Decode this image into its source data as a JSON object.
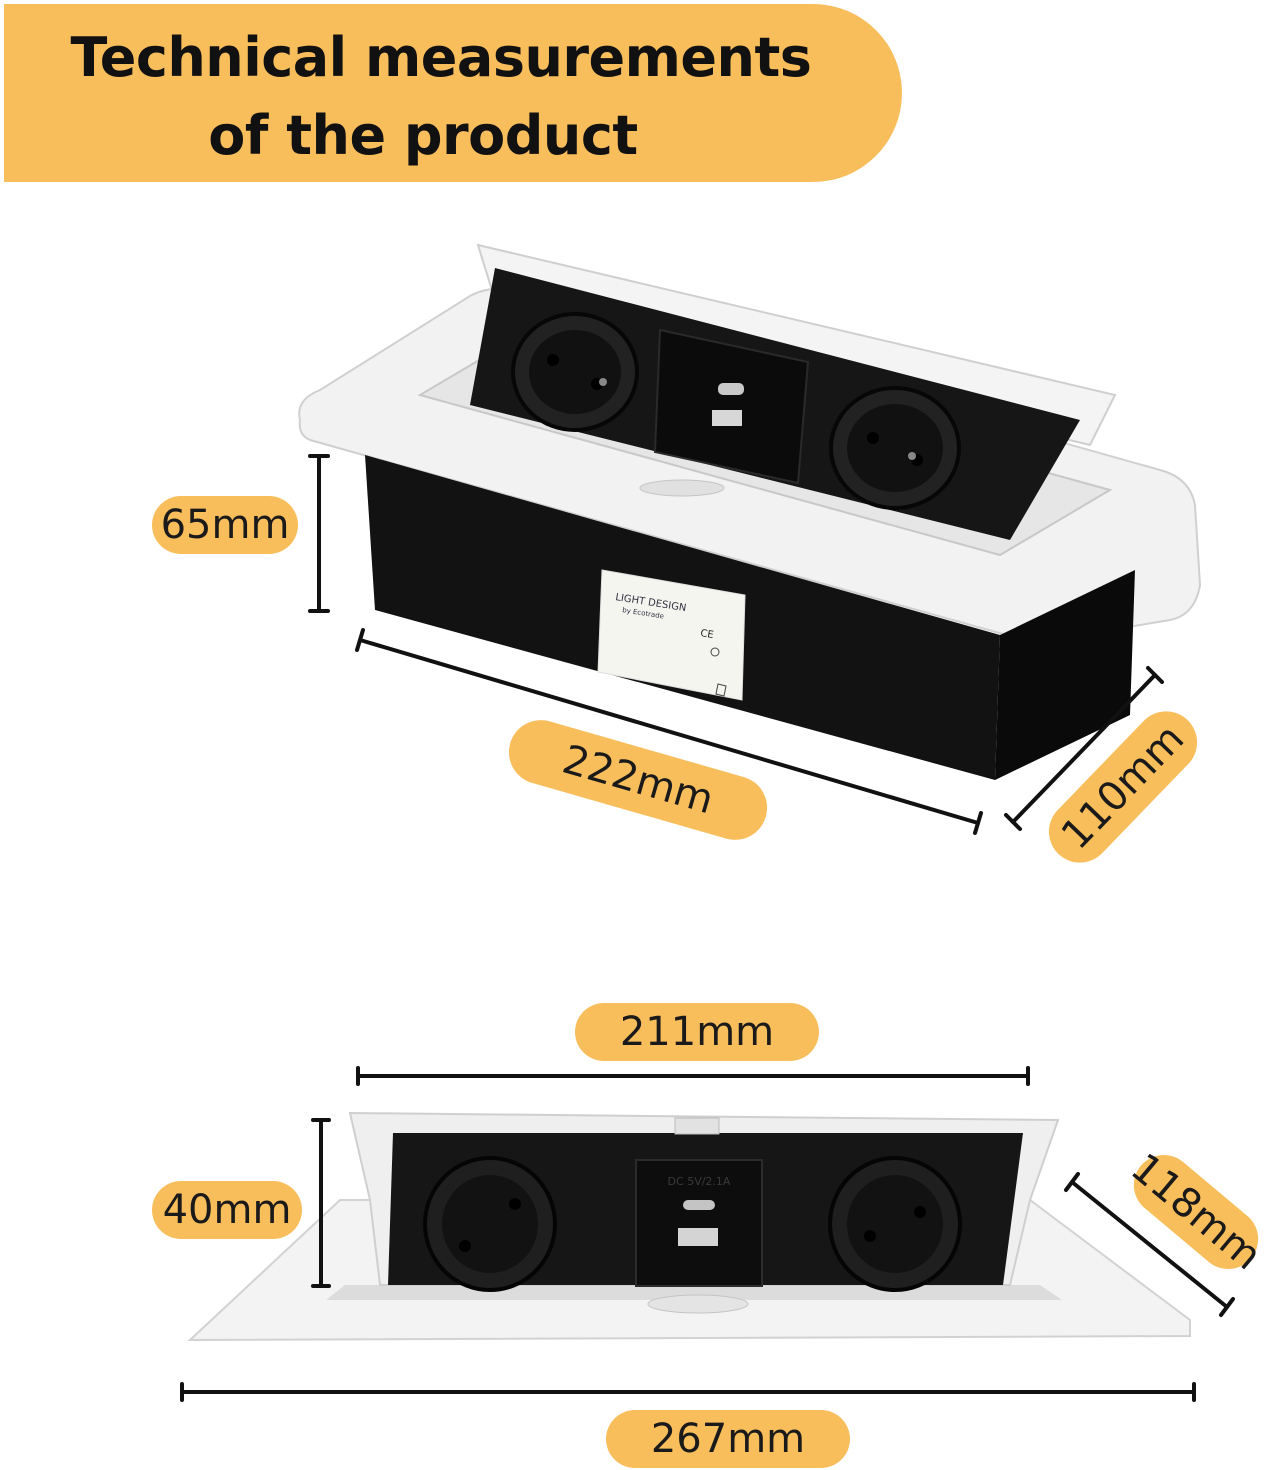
{
  "colors": {
    "accent": "#F9BE5C",
    "device_body": "#151515",
    "frame": "#F2F2F2",
    "dimension_line": "#111111"
  },
  "header": {
    "line1": "Technical measurements",
    "line2": "of the product"
  },
  "views": {
    "open_box": {
      "height_label": "65mm",
      "length_label": "222mm",
      "depth_label": "110mm",
      "product_label": {
        "brand": "LIGHT DESIGN",
        "sub": "by Ecotrade",
        "cert": "CE",
        "icon_names": [
          "ce-mark-icon",
          "rohs-icon",
          "weee-bin-icon"
        ]
      },
      "icons": [
        "schuko-socket-icon",
        "usb-c-port-icon",
        "usb-a-port-icon",
        "schuko-socket-icon"
      ]
    },
    "front_view": {
      "inner_width_label": "211mm",
      "height_label": "40mm",
      "depth_label": "118mm",
      "outer_width_label": "267mm",
      "usb_rating": "DC 5V/2.1A",
      "icons": [
        "schuko-socket-icon",
        "usb-c-port-icon",
        "usb-a-port-icon",
        "schuko-socket-icon"
      ]
    }
  }
}
